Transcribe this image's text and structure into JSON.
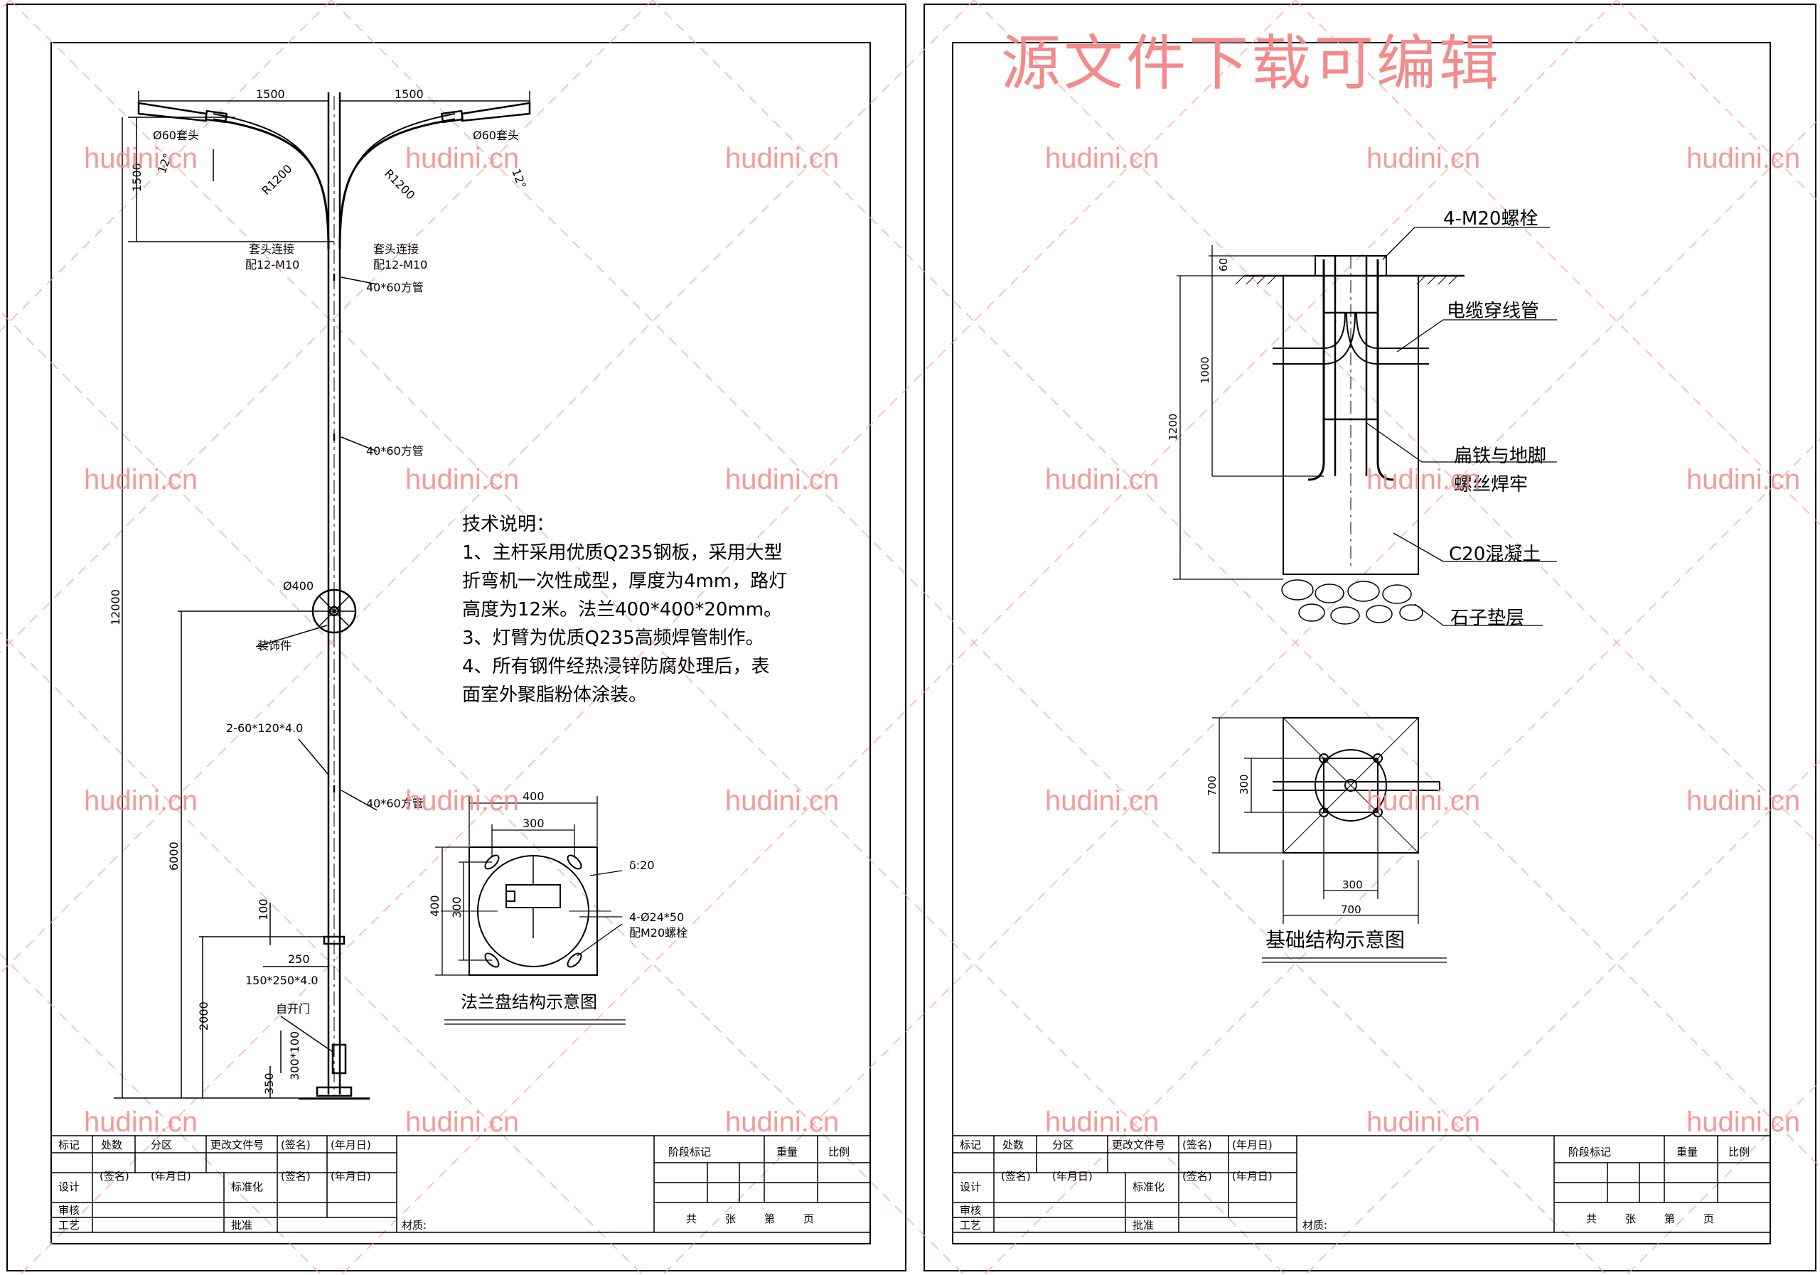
{
  "banner": "源文件下载可编辑",
  "watermark": "hudini.cn",
  "colors": {
    "line": "#000000",
    "watermark": "#f08a8a"
  },
  "sheet1": {
    "dims": {
      "arm_left": "1500",
      "arm_right": "1500",
      "height_top": "1500",
      "total_height": "12000",
      "mid_height": "6000",
      "door_height": "2000",
      "d100": "100",
      "d250": "250",
      "d350": "350",
      "door_size": "300*100"
    },
    "labels": {
      "sleeve_left": "Ø60套头",
      "sleeve_right": "Ø60套头",
      "radius_left": "R1200",
      "radius_right": "R1200",
      "angle_left": "12°",
      "angle_right": "12°",
      "conn_left": "套头连接",
      "conn_left_sub": "配12-M10",
      "conn_right": "套头连接",
      "conn_right_sub": "配12-M10",
      "tube1": "40*60方管",
      "tube2": "40*60方管",
      "tube3": "40*60方管",
      "ornament_dia": "Ø400",
      "ornament": "装饰件",
      "rib": "2-60*120*4.0",
      "plate": "150*250*4.0",
      "door": "自开门"
    },
    "notes": {
      "title": "技术说明：",
      "l1": "1、主杆采用优质Q235钢板，采用大型",
      "l2": "折弯机一次性成型，厚度为4mm，路灯",
      "l3": "高度为12米。法兰400*400*20mm。",
      "l4": "3、灯臂为优质Q235高频焊管制作。",
      "l5": "4、所有钢件经热浸锌防腐处理后，表",
      "l6": "面室外聚脂粉体涂装。"
    },
    "flange": {
      "w400": "400",
      "w300": "300",
      "h400": "400",
      "h300": "300",
      "thickness": "δ:20",
      "holes": "4-Ø24*50",
      "bolts": "配M20螺栓",
      "caption": "法兰盘结构示意图"
    }
  },
  "sheet2": {
    "labels": {
      "bolts": "4-M20螺栓",
      "cable": "电缆穿线管",
      "weld1": "扁铁与地脚",
      "weld2": "螺丝焊牢",
      "concrete": "C20混凝土",
      "gravel": "石子垫层"
    },
    "dims": {
      "d60": "60",
      "d1000": "1000",
      "d1200": "1200",
      "plan700h": "700",
      "plan300h": "300",
      "plan300w": "300",
      "plan700w": "700"
    },
    "caption": "基础结构示意图"
  },
  "title_block": {
    "r1": [
      "标记",
      "处数",
      "分区",
      "更改文件号",
      "(签名)",
      "(年月日)"
    ],
    "design": "设计",
    "sign": "(签名)",
    "date": "(年月日)",
    "standard": "标准化",
    "sign2": "(签名)",
    "date2": "(年月日)",
    "review": "审核",
    "craft": "工艺",
    "approve": "批准",
    "material": "材质:",
    "stage": "阶段标记",
    "weight": "重量",
    "scale": "比例",
    "total": "共",
    "sheets": "张",
    "no": "第",
    "page": "页"
  }
}
